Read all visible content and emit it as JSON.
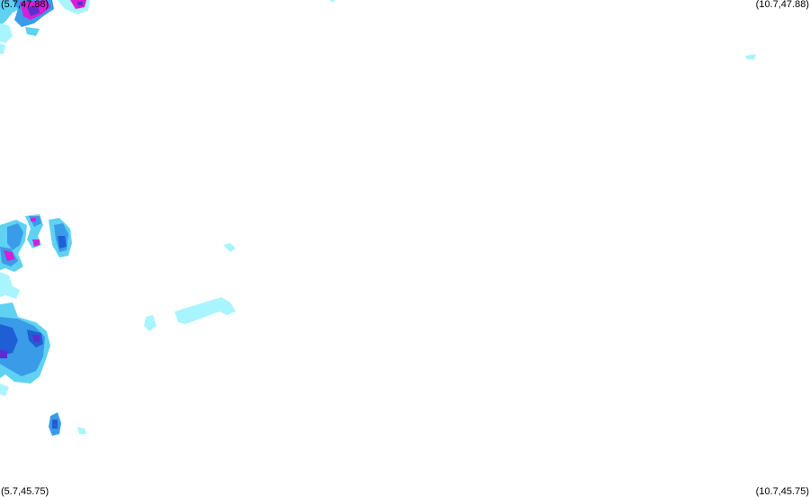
{
  "map": {
    "corner_labels": {
      "top_left": "(5.7,47.88)",
      "top_right": "(10.7,47.88)",
      "bottom_left": "(5.7,45.75)",
      "bottom_right": "(10.7,45.75)"
    },
    "intensity_colors": {
      "light": "#a8f4ff",
      "cyan": "#5fd2f2",
      "medium": "#3a9be8",
      "strong": "#1f5fd6",
      "heavy": "#5a2fd0",
      "magenta": "#d61fd6"
    },
    "background_color": "#ffffff"
  }
}
